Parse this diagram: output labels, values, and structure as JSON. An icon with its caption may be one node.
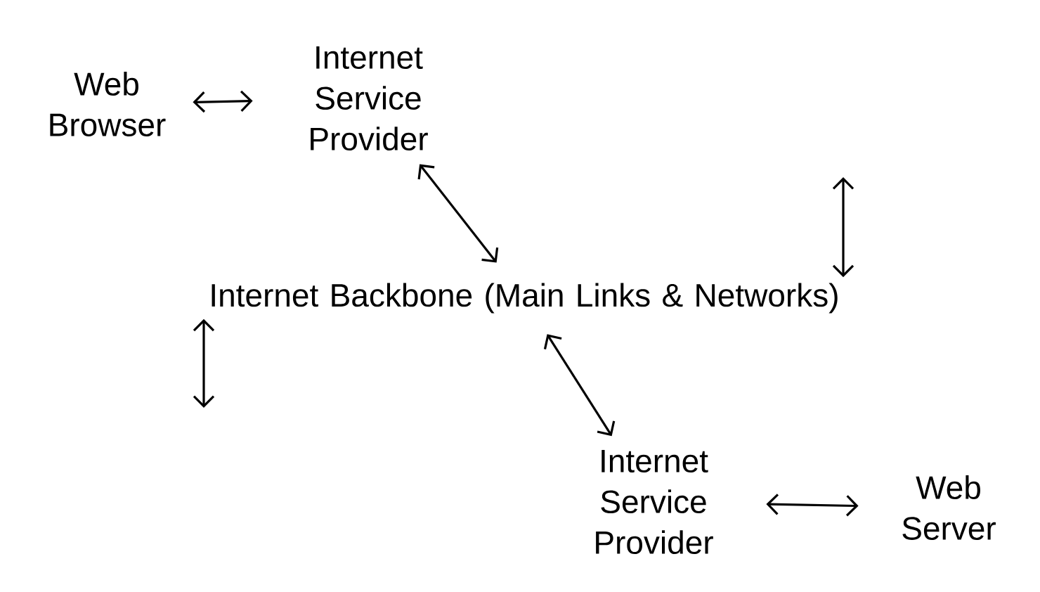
{
  "diagram": {
    "nodes": [
      {
        "text": [
          "Web Browser"
        ]
      },
      {
        "text": [
          "Internet Service Provider"
        ]
      },
      {
        "text": [
          "Internet Backbone (Main Links & Networks)"
        ]
      },
      {
        "text": [
          "Internet Service Provider"
        ]
      },
      {
        "text": [
          "Web Server"
        ]
      }
    ],
    "edges": [
      {
        "from": 0,
        "to": 1,
        "arrow": "both"
      },
      {
        "from": 1,
        "to": 2,
        "arrow": "both"
      },
      {
        "from": null,
        "to": 2,
        "arrow": "both"
      },
      {
        "from": 2,
        "to": null,
        "arrow": "both"
      },
      {
        "from": 2,
        "to": 3,
        "arrow": "both"
      },
      {
        "from": 3,
        "to": 4,
        "arrow": "both"
      }
    ]
  }
}
